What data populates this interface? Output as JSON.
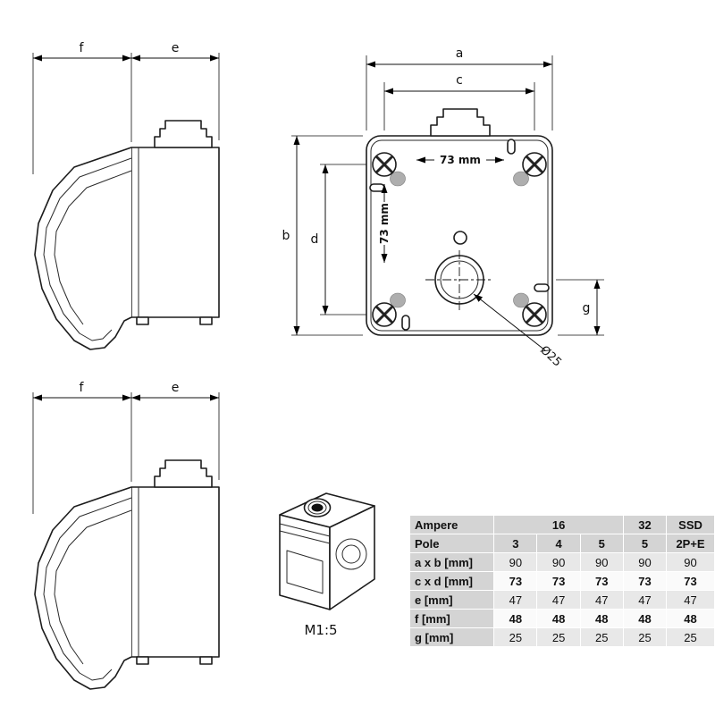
{
  "labels": {
    "a": "a",
    "b": "b",
    "c": "c",
    "d": "d",
    "e": "e",
    "f": "f",
    "g": "g",
    "spacing_h": "73 mm",
    "spacing_v": "73 mm",
    "diameter": "Ø25",
    "scale": "M1:5"
  },
  "table": {
    "ampere_label": "Ampere",
    "ampere_16": "16",
    "ampere_32": "32",
    "ampere_ssd": "SSD",
    "pole_label": "Pole",
    "pole_values": [
      "3",
      "4",
      "5",
      "5",
      "2P+E"
    ],
    "rows": [
      {
        "label": "a x b [mm]",
        "values": [
          "90",
          "90",
          "90",
          "90",
          "90"
        ]
      },
      {
        "label": "c x d [mm]",
        "values": [
          "73",
          "73",
          "73",
          "73",
          "73"
        ]
      },
      {
        "label": "e [mm]",
        "values": [
          "47",
          "47",
          "47",
          "47",
          "47"
        ]
      },
      {
        "label": "f [mm]",
        "values": [
          "48",
          "48",
          "48",
          "48",
          "48"
        ]
      },
      {
        "label": "g [mm]",
        "values": [
          "25",
          "25",
          "25",
          "25",
          "25"
        ]
      }
    ]
  }
}
